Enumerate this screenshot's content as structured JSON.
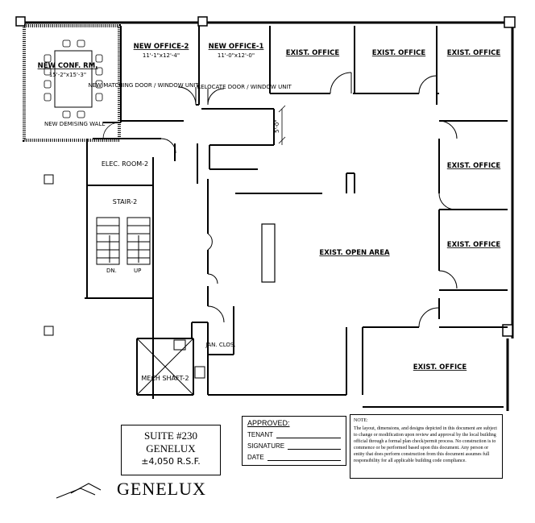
{
  "rooms": {
    "new_conf": {
      "title": "NEW CONF. RM.",
      "dims": "15'-2\"x15'-3\""
    },
    "new_office_2": {
      "title": "NEW OFFICE-2",
      "dims": "11'-1\"x12'-4\""
    },
    "new_office_1": {
      "title": "NEW OFFICE-1",
      "dims": "11'-0\"x12'-0\""
    },
    "exist_office": "EXIST. OFFICE",
    "exist_open_area": "EXIST. OPEN AREA",
    "elec_room": "ELEC. ROOM-2",
    "stair": "STAIR-2",
    "mech_shaft": "MECH SHAFT-2",
    "jan_clos": "JAN. CLOS."
  },
  "notes": {
    "demising_wall": "NEW DEMISING WALL",
    "matching_door": "NEW MATCHING DOOR / WINDOW UNIT",
    "relocate_door": "RELOCATE DOOR / WINDOW UNIT",
    "dimension_5ft": "5'-0\"",
    "stair_dn": "DN.",
    "stair_up": "UP"
  },
  "suite": {
    "number": "SUITE #230",
    "tenant": "GENELUX",
    "area": "±4,050 R.S.F."
  },
  "approval": {
    "title": "APPROVED:",
    "fields": [
      "TENANT",
      "SIGNATURE",
      "DATE"
    ]
  },
  "note": {
    "title": "NOTE:",
    "text": "The layout, dimensions, and designs depicted in this document are subject to change or modification upon review and approval by the local building official through a formal plan check/permit process. No construction is to commence or be performed based upon this document. Any person or entity that does perform construction from this document assumes full responsibility for all applicable building code compliance."
  },
  "company": "GENELUX"
}
